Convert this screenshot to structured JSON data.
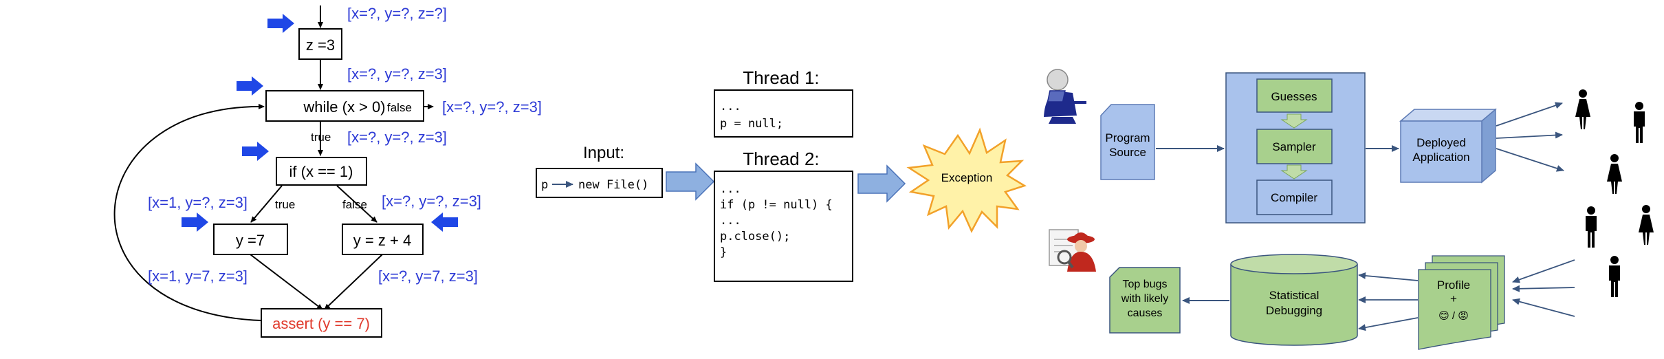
{
  "colors": {
    "state": "#2e3bd6",
    "assert": "#e03a2c",
    "arrow_blue": "#1f47e6",
    "box_blue": "#a9c2ec",
    "box_green": "#a8d08d",
    "slate": "#3a557e",
    "burst_fill": "#fff2a8",
    "burst_stroke": "#f2a129"
  },
  "cfg": {
    "stmt_z3": "z =3",
    "while": "while (x > 0)",
    "if": "if (x == 1)",
    "y7": "y =7",
    "yz4": "y = z + 4",
    "assert": "assert (y == 7)",
    "lbl_false": "false",
    "lbl_true": "true",
    "lbl_true2": "true",
    "lbl_false2": "false",
    "state_top": "[x=?, y=?, z=?]",
    "state_after_z": "[x=?, y=?, z=3]",
    "state_while_false": "[x=?, y=?, z=3]",
    "state_while_true": "[x=?, y=?, z=3]",
    "state_if_true": "[x=1, y=?, z=3]",
    "state_if_false": "[x=?, y=?, z=3]",
    "state_after_y7": "[x=1, y=7, z=3]",
    "state_after_yz4": "[x=?, y=7, z=3]"
  },
  "threads": {
    "thread1_title": "Thread 1:",
    "thread1_lines": [
      "...",
      "p = null;"
    ],
    "thread2_title": "Thread 2:",
    "thread2_lines": [
      "...",
      "if (p != null) {",
      "  ...",
      "  p.close();",
      "}"
    ],
    "input_label": "Input:",
    "input_p": "p",
    "input_value": "new File()",
    "exception": "Exception"
  },
  "pipeline": {
    "program_source": [
      "Program",
      "Source"
    ],
    "guesses": "Guesses",
    "sampler": "Sampler",
    "compiler": "Compiler",
    "deployed": [
      "Deployed",
      "Application"
    ],
    "profile": [
      "Profile",
      "+"
    ],
    "profile_faces": "😊 / 😡",
    "stat_debug": [
      "Statistical",
      "Debugging"
    ],
    "top_bugs": [
      "Top bugs",
      "with likely",
      "causes"
    ],
    "icon_developer": "developer-at-laptop-icon",
    "icon_detective": "detective-magnifier-icon",
    "icon_users": "person-icon"
  }
}
